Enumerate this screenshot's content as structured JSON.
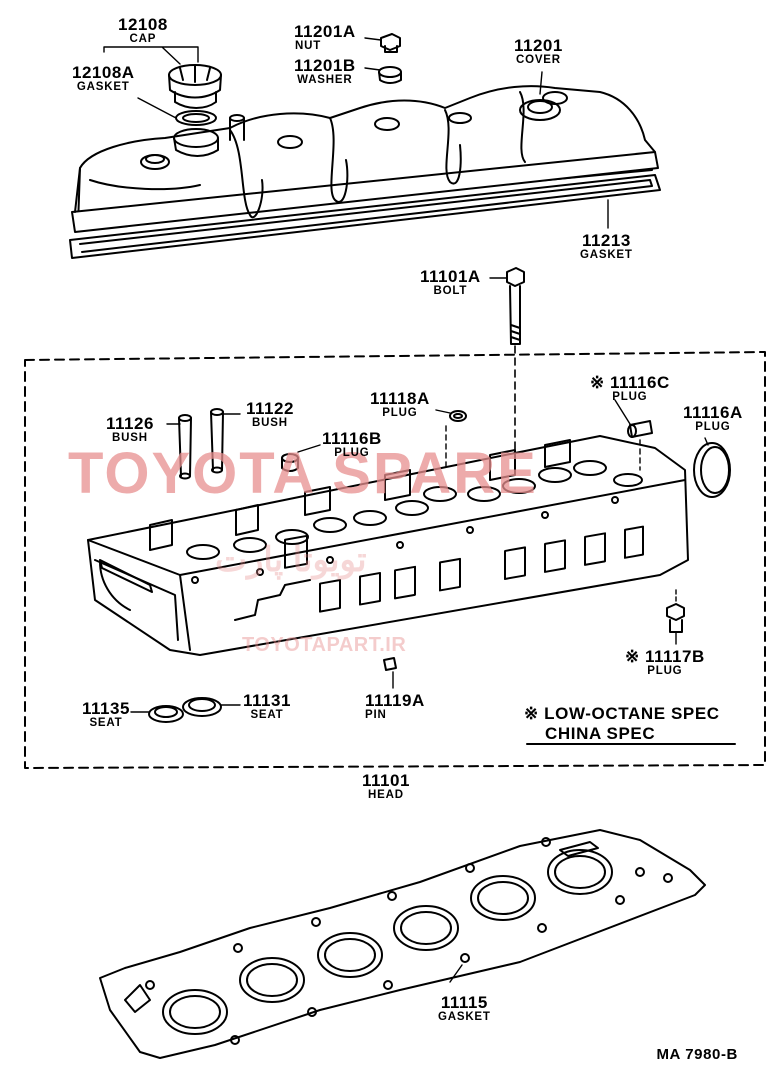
{
  "watermark": {
    "brand": "TOYOTA SPARE",
    "persian": "تويوتا پارت",
    "url": "TOYOTAPART.IR"
  },
  "parts": {
    "cap": {
      "number": "12108",
      "name": "CAP"
    },
    "cap_gasket": {
      "number": "12108A",
      "name": "GASKET"
    },
    "nut": {
      "number": "11201A",
      "name": "NUT"
    },
    "washer": {
      "number": "11201B",
      "name": "WASHER"
    },
    "cover": {
      "number": "11201",
      "name": "COVER"
    },
    "cover_gasket": {
      "number": "11213",
      "name": "GASKET"
    },
    "bolt": {
      "number": "11101A",
      "name": "BOLT"
    },
    "plug_c": {
      "number": "11116C",
      "name": "PLUG",
      "mark": "※"
    },
    "plug_a": {
      "number": "11116A",
      "name": "PLUG"
    },
    "plug_118a": {
      "number": "11118A",
      "name": "PLUG"
    },
    "bush_126": {
      "number": "11126",
      "name": "BUSH"
    },
    "bush_122": {
      "number": "11122",
      "name": "BUSH"
    },
    "plug_b": {
      "number": "11116B",
      "name": "PLUG"
    },
    "plug_117b": {
      "number": "11117B",
      "name": "PLUG",
      "mark": "※"
    },
    "seat_135": {
      "number": "11135",
      "name": "SEAT"
    },
    "seat_131": {
      "number": "11131",
      "name": "SEAT"
    },
    "pin": {
      "number": "11119A",
      "name": "PIN"
    },
    "head": {
      "number": "11101",
      "name": "HEAD"
    },
    "head_gasket": {
      "number": "11115",
      "name": "GASKET"
    }
  },
  "notes": {
    "line1": "※ LOW-OCTANE  SPEC",
    "line2": "CHINA  SPEC"
  },
  "doc_id": "MA  7980-B"
}
